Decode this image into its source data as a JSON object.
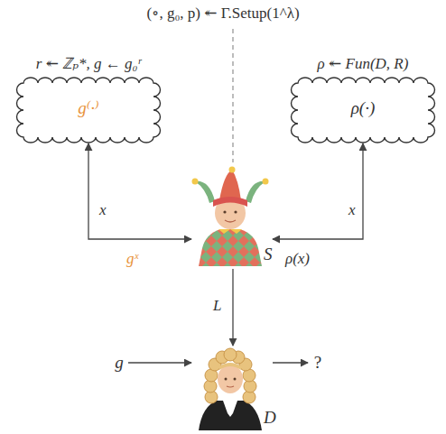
{
  "diagram": {
    "nodes": [
      {
        "text": [
          "r ↞ ℤₚ*, g ← g₀ʳ",
          "g⁽·⁾"
        ]
      },
      {
        "text": [
          "ρ ↞ Fun(D, R)",
          "ρ(·)"
        ]
      },
      {
        "text": [
          "S"
        ]
      },
      {
        "text": [
          "D"
        ]
      },
      {
        "text": [
          "g"
        ]
      },
      {
        "text": [
          "?"
        ]
      }
    ],
    "edges": [
      {
        "from": 2,
        "to": 0,
        "arrow": "both",
        "label": "x"
      },
      {
        "from": 2,
        "to": 1,
        "arrow": "both",
        "label": "x"
      },
      {
        "from": 2,
        "to": 3,
        "arrow": "to",
        "label": "L"
      },
      {
        "from": 4,
        "to": 3,
        "arrow": "to"
      },
      {
        "from": 3,
        "to": 5,
        "arrow": "to"
      }
    ],
    "labels": [
      "(∘, g₀, p) ↞ Γ.Setup(1^λ)",
      "gˣ",
      "ρ(x)"
    ]
  }
}
